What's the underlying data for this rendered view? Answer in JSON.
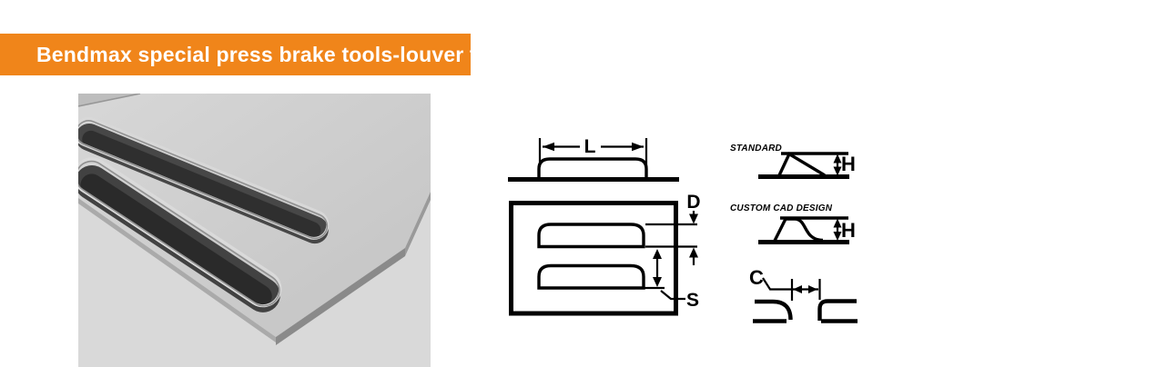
{
  "banner": {
    "title": "Bendmax special press brake tools-louver tools",
    "bg_color": "#F0851A",
    "text_color": "#FFFFFF"
  },
  "photo": {
    "description": "3D render of gray sheet metal panel with two formed louvers"
  },
  "diagram": {
    "profile_view": {
      "length_label": "L"
    },
    "plan_view": {
      "depth_label": "D",
      "spacing_label": "S"
    },
    "standard": {
      "title": "STANDARD",
      "height_label": "H"
    },
    "custom": {
      "title": "CUSTOM CAD DESIGN",
      "height_label": "H"
    },
    "clearance": {
      "clearance_label": "C"
    }
  },
  "colors": {
    "line": "#000000",
    "photo_background": "#D9D9D9",
    "sheet_metal": "#CCCCCC"
  }
}
